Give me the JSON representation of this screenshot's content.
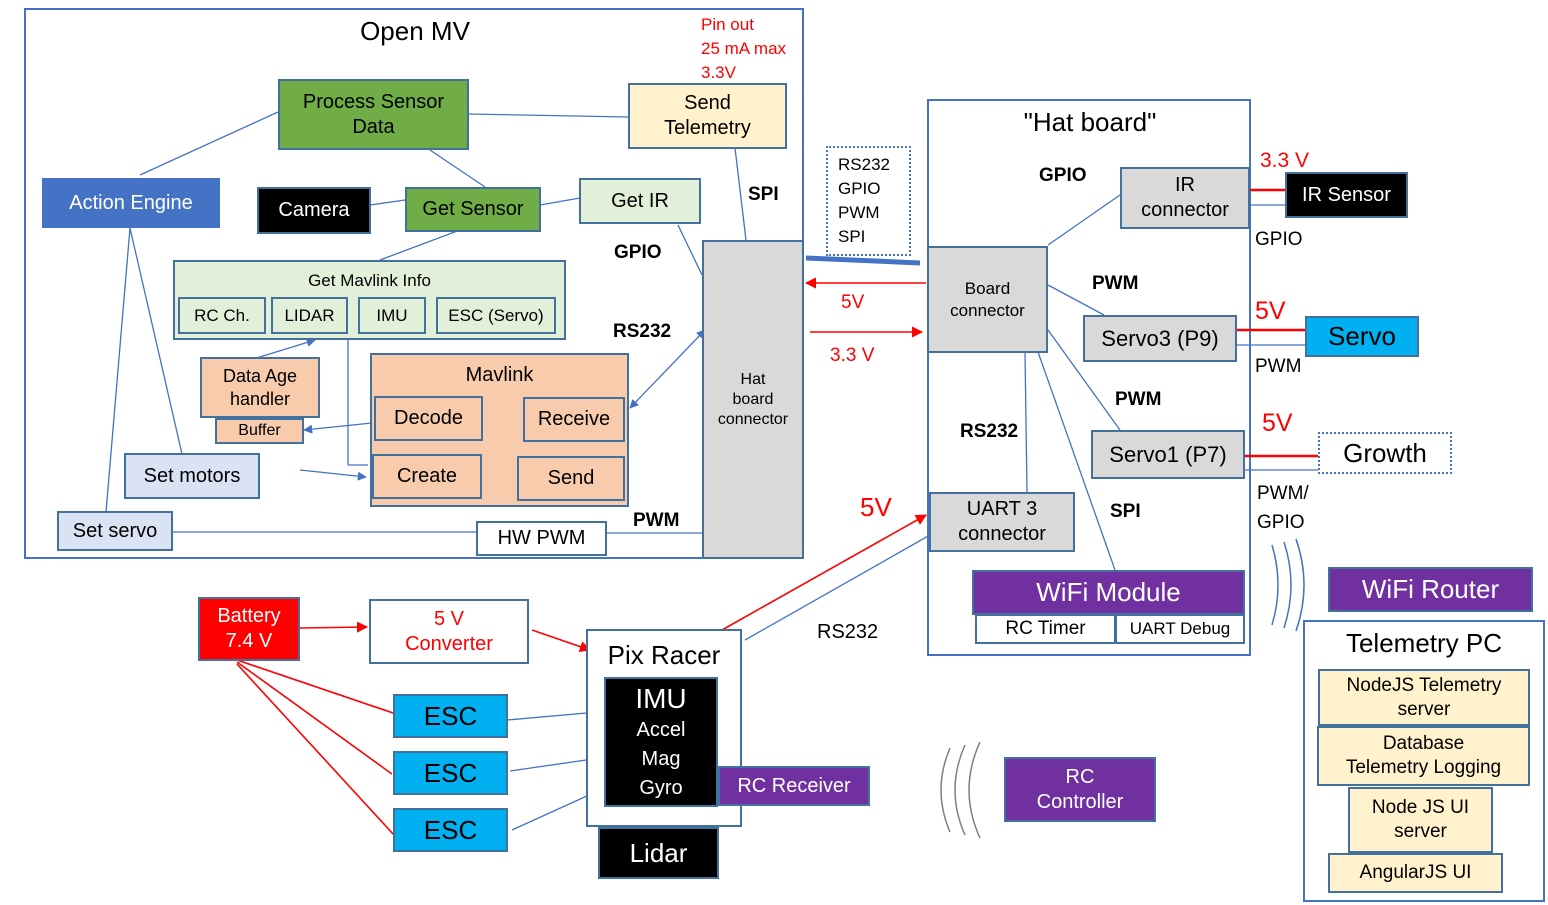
{
  "openmv": {
    "title": "Open MV",
    "pin_note": "Pin out\n25 mA max\n3.3V",
    "process_sensor_data": "Process Sensor\nData",
    "send_telemetry": "Send\nTelemetry",
    "action_engine": "Action Engine",
    "camera": "Camera",
    "get_sensor": "Get Sensor",
    "get_ir": "Get IR",
    "get_mavlink_info": "Get Mavlink Info",
    "mavlink_items": [
      "RC Ch.",
      "LIDAR",
      "IMU",
      "ESC (Servo)"
    ],
    "data_age_handler": "Data Age\nhandler",
    "buffer": "Buffer",
    "mavlink": "Mavlink",
    "decode": "Decode",
    "receive": "Receive",
    "create": "Create",
    "send": "Send",
    "set_motors": "Set motors",
    "set_servo": "Set servo",
    "hw_pwm": "HW PWM",
    "hat_board_connector": "Hat\nboard\nconnector",
    "lbl_spi": "SPI",
    "lbl_gpio": "GPIO",
    "lbl_rs232": "RS232",
    "lbl_pwm": "PWM"
  },
  "link": {
    "bus_list": "RS232\nGPIO\nPWM\nSPI",
    "v5": "5V",
    "v33": "3.3 V"
  },
  "hat": {
    "title": "\"Hat board\"",
    "lbl_gpio": "GPIO",
    "ir_connector": "IR\nconnector",
    "board_connector": "Board\nconnector",
    "lbl_pwm1": "PWM",
    "servo3": "Servo3 (P9)",
    "lbl_pwm2": "PWM",
    "servo1": "Servo1 (P7)",
    "lbl_rs232": "RS232",
    "lbl_spi": "SPI",
    "uart3": "UART 3\nconnector",
    "wifi_module": "WiFi Module",
    "rc_timer": "RC Timer",
    "uart_debug": "UART Debug"
  },
  "peripherals": {
    "ir_v": "3.3 V",
    "ir_sensor": "IR Sensor",
    "ir_gpio": "GPIO",
    "servo_v": "5V",
    "servo": "Servo",
    "servo_pwm": "PWM",
    "growth_v": "5V",
    "growth": "Growth",
    "growth_sig": "PWM/\nGPIO",
    "wifi_router": "WiFi Router"
  },
  "telemetry_pc": {
    "title": "Telemetry PC",
    "nodejs_server": "NodeJS Telemetry\nserver",
    "database": "Database\nTelemetry Logging",
    "node_ui_server": "Node JS UI\nserver",
    "angular_ui": "AngularJS UI"
  },
  "power": {
    "battery": "Battery\n7.4 V",
    "converter": "5 V\nConverter",
    "uart_5v": "5V",
    "rs232": "RS232",
    "esc": [
      "ESC",
      "ESC",
      "ESC"
    ]
  },
  "pixracer": {
    "title": "Pix Racer",
    "imu": "IMU",
    "imu_sub": "Accel\nMag\nGyro",
    "rc_receiver": "RC Receiver",
    "lidar": "Lidar",
    "rc_controller": "RC\nController"
  },
  "colors": {
    "line_blue": "#4472c4",
    "power_red": "#ff0000",
    "wifi_purple": "#7030a0",
    "engine_blue": "#4472c4",
    "sensor_green": "#70ad47"
  },
  "icons": [
    "wifi-waves-icon",
    "radio-waves-icon"
  ]
}
